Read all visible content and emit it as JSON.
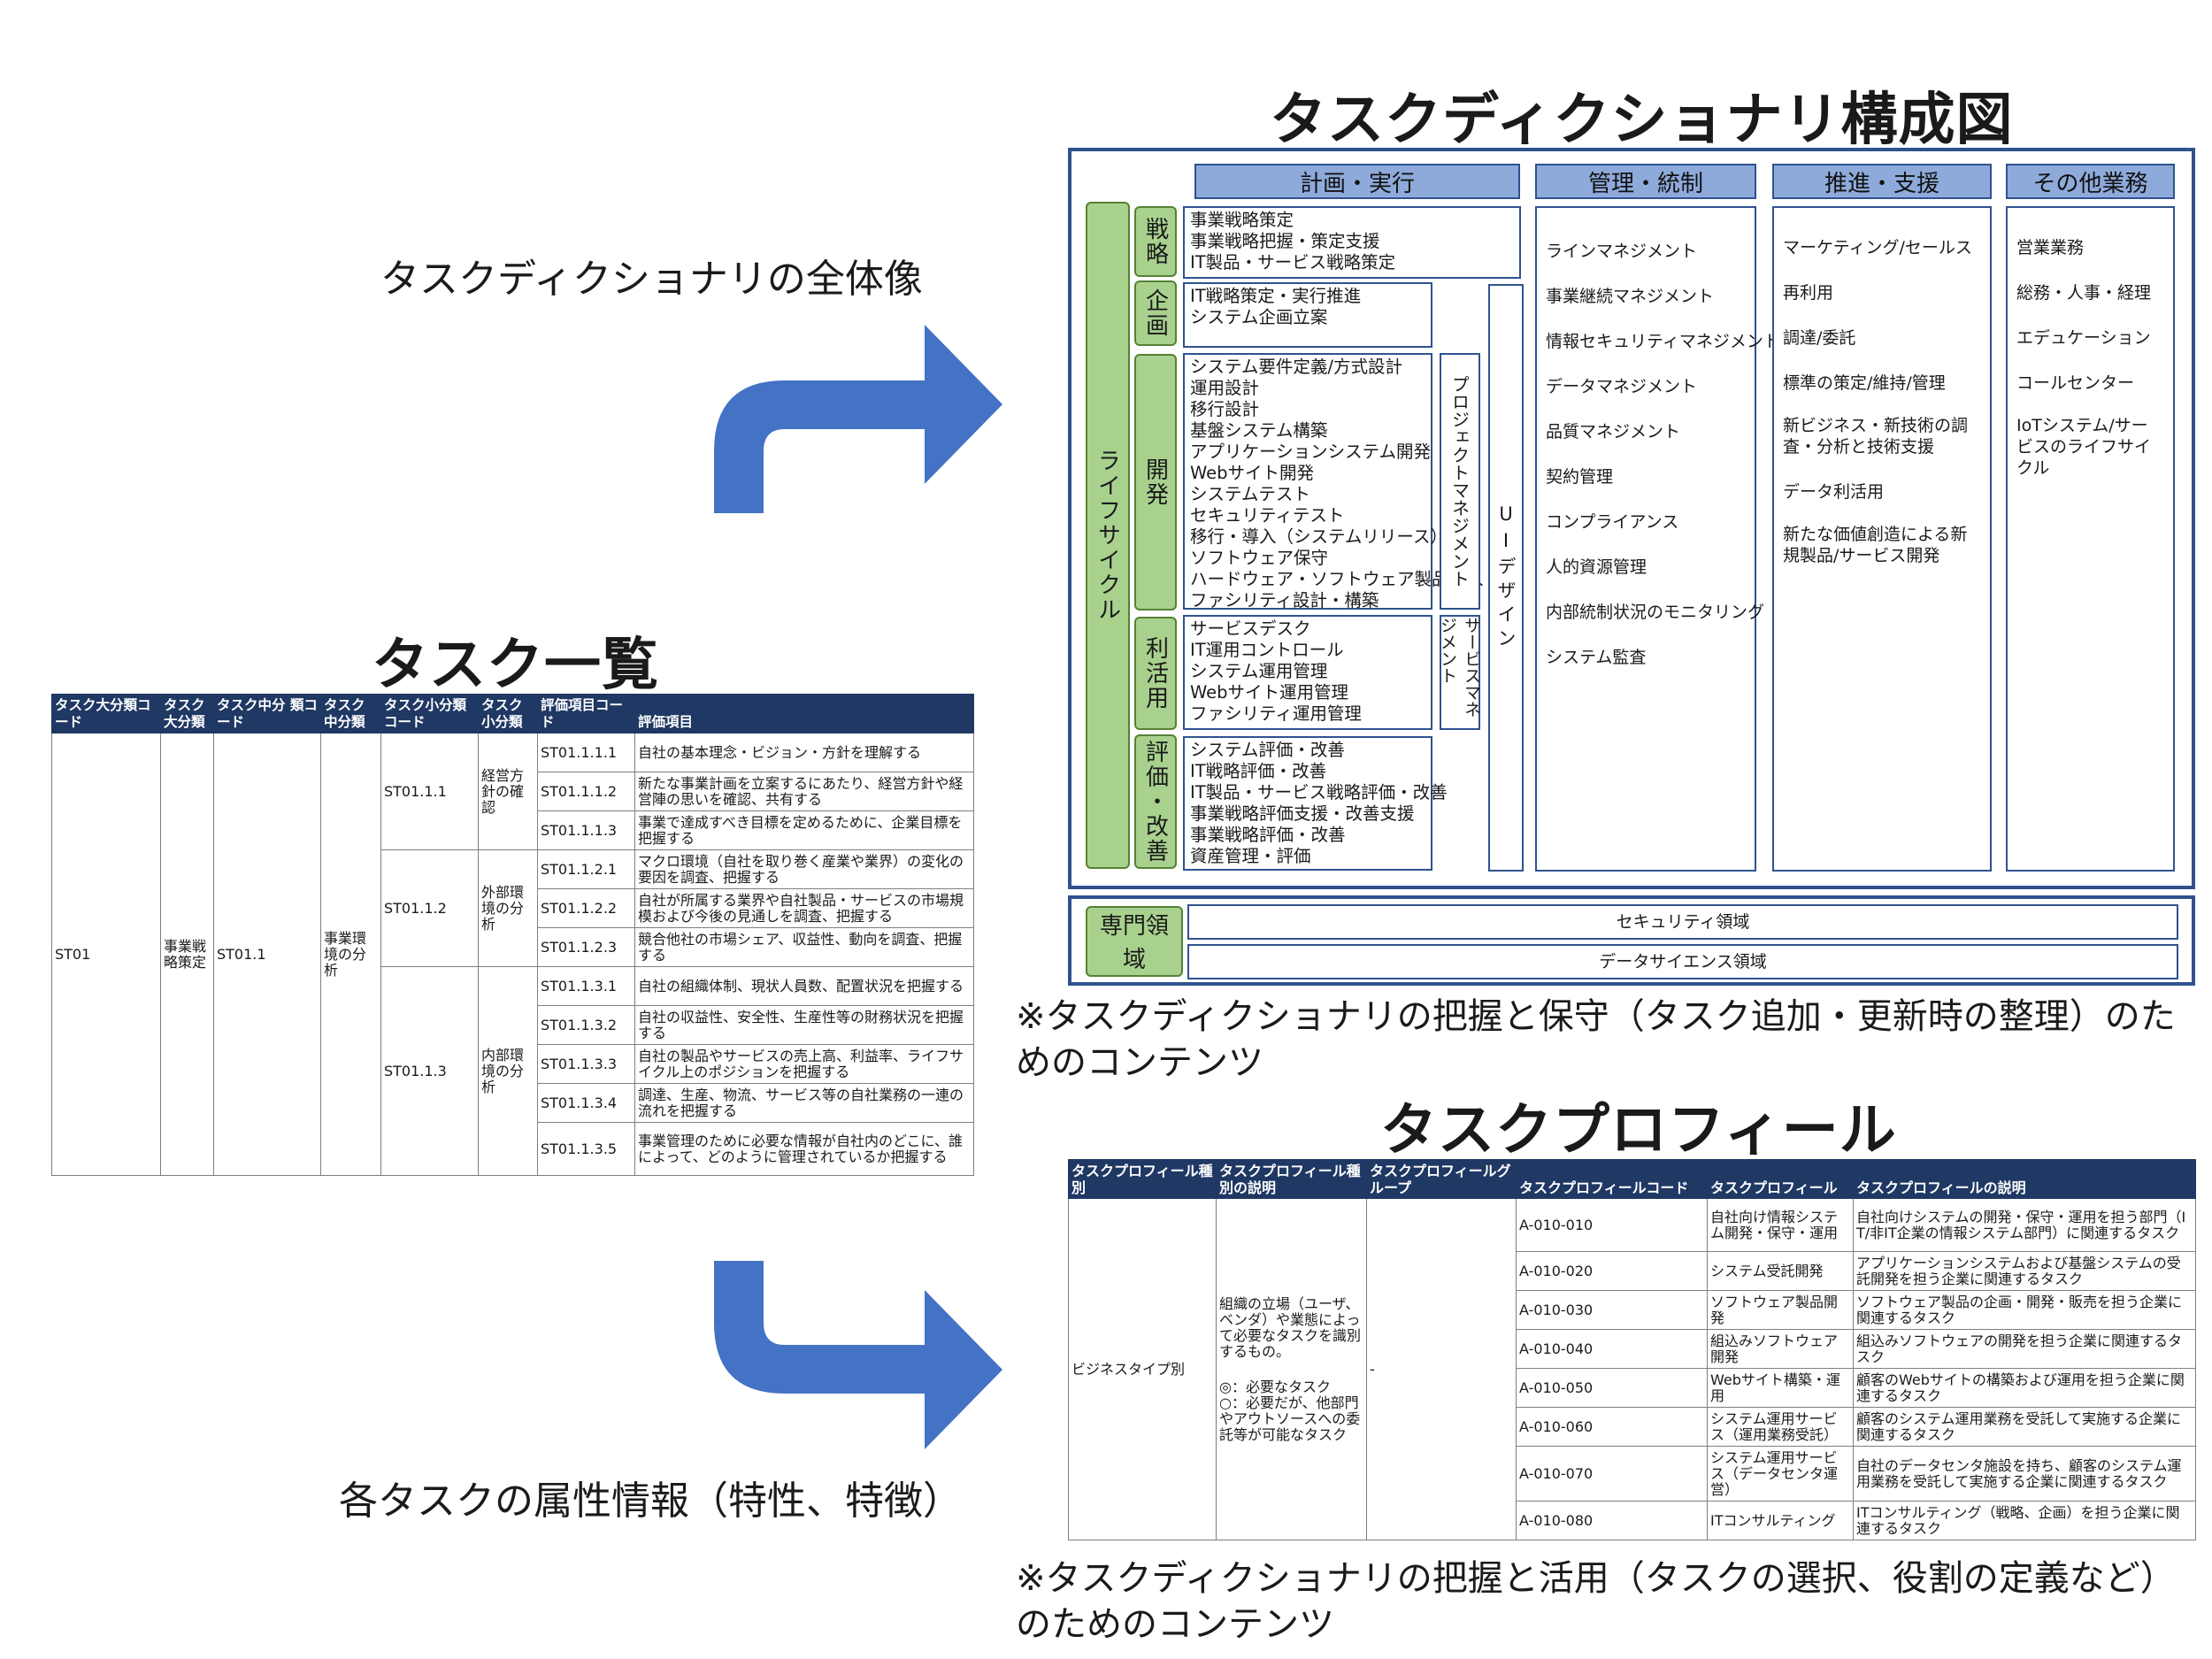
{
  "titles": {
    "structure": "タスクディクショナリ構成図",
    "task_list": "タスク一覧",
    "profile": "タスクプロフィール"
  },
  "captions": {
    "overview": "タスクディクショナリの全体像",
    "attributes": "各タスクの属性情報（特性、特徴）"
  },
  "notes": {
    "structure": "※タスクディクショナリの把握と保守（タスク追加・更新時の整理）のためのコンテンツ",
    "profile": "※タスクディクショナリの把握と活用（タスクの選択、役割の定義など）のためのコンテンツ"
  },
  "colors": {
    "header_blue": "#8eaadb",
    "green": "#a9d18e",
    "navy": "#1f3864",
    "arrow": "#4472c4"
  },
  "diagram": {
    "headers": {
      "plan": "計画・実行",
      "manage": "管理・統制",
      "promote": "推進・支援",
      "other": "その他業務"
    },
    "lifecycle": "ライフサイクル",
    "phases": [
      {
        "label": "戦略",
        "items": [
          "事業戦略策定",
          "事業戦略把握・策定支援",
          "IT製品・サービス戦略策定"
        ]
      },
      {
        "label": "企画",
        "items": [
          "IT戦略策定・実行推進",
          "システム企画立案"
        ]
      },
      {
        "label": "開発",
        "items": [
          "システム要件定義/方式設計",
          "運用設計",
          "移行設計",
          "基盤システム構築",
          "アプリケーションシステム開発",
          "Webサイト開発",
          "システムテスト",
          "セキュリティテスト",
          "移行・導入（システムリリース）",
          "ソフトウェア保守",
          "ハードウェア・ソフトウェア製品導入",
          "ファシリティ設計・構築"
        ]
      },
      {
        "label": "利活用",
        "items": [
          "サービスデスク",
          "IT運用コントロール",
          "システム運用管理",
          "Webサイト運用管理",
          "ファシリティ運用管理"
        ]
      },
      {
        "label": "評価・改善",
        "items": [
          "システム評価・改善",
          "IT戦略評価・改善",
          "IT製品・サービス戦略評価・改善",
          "事業戦略評価支援・改善支援",
          "事業戦略評価・改善",
          "資産管理・評価"
        ]
      }
    ],
    "project_management": "プロジェクトマネジメント",
    "ui_design": "UIデザイン",
    "service_management": "サービスマネジメント",
    "manage_items": [
      "ラインマネジメント",
      "事業継続マネジメント",
      "情報セキュリティマネジメント",
      "データマネジメント",
      "品質マネジメント",
      "契約管理",
      "コンプライアンス",
      "人的資源管理",
      "内部統制状況のモニタリング",
      "システム監査"
    ],
    "promote_items": [
      "マーケティング/セールス",
      "再利用",
      "調達/委託",
      "標準の策定/維持/管理",
      "新ビジネス・新技術の調査・分析と技術支援",
      "データ利活用",
      "新たな価値創造による新規製品/サービス開発"
    ],
    "other_items": [
      "営業業務",
      "総務・人事・経理",
      "エデュケーション",
      "コールセンター",
      "IoTシステム/サービスのライフサイクル"
    ],
    "specialty": {
      "label": "専門領域",
      "security": "セキュリティ領域",
      "data_science": "データサイエンス領域"
    }
  },
  "task_list": {
    "headers": [
      "タスク大分類コード",
      "タスク大分類",
      "タスク中分 類コード",
      "タスク中分類",
      "タスク小分類コード",
      "タスク小分類",
      "評価項目コード",
      "評価項目"
    ],
    "major_code": "ST01",
    "major": "事業戦略策定",
    "middle_code": "ST01.1",
    "middle": "事業環境の分析",
    "groups": [
      {
        "code": "ST01.1.1",
        "name": "経営方針の確認",
        "items": [
          {
            "code": "ST01.1.1.1",
            "text": "自社の基本理念・ビジョン・方針を理解する"
          },
          {
            "code": "ST01.1.1.2",
            "text": "新たな事業計画を立案するにあたり、経営方針や経営陣の思いを確認、共有する"
          },
          {
            "code": "ST01.1.1.3",
            "text": "事業で達成すべき目標を定めるために、企業目標を把握する"
          }
        ]
      },
      {
        "code": "ST01.1.2",
        "name": "外部環境の分析",
        "items": [
          {
            "code": "ST01.1.2.1",
            "text": "マクロ環境（自社を取り巻く産業や業界）の変化の要因を調査、把握する"
          },
          {
            "code": "ST01.1.2.2",
            "text": "自社が所属する業界や自社製品・サービスの市場規模および今後の見通しを調査、把握する"
          },
          {
            "code": "ST01.1.2.3",
            "text": "競合他社の市場シェア、収益性、動向を調査、把握する"
          }
        ]
      },
      {
        "code": "ST01.1.3",
        "name": "内部環境の分析",
        "items": [
          {
            "code": "ST01.1.3.1",
            "text": "自社の組織体制、現状人員数、配置状況を把握する"
          },
          {
            "code": "ST01.1.3.2",
            "text": "自社の収益性、安全性、生産性等の財務状況を把握する"
          },
          {
            "code": "ST01.1.3.3",
            "text": "自社の製品やサービスの売上高、利益率、ライフサイクル上のポジションを把握する"
          },
          {
            "code": "ST01.1.3.4",
            "text": "調達、生産、物流、サービス等の自社業務の一連の流れを把握する"
          },
          {
            "code": "ST01.1.3.5",
            "text": "事業管理のために必要な情報が自社内のどこに、誰によって、どのように管理されているか把握する"
          }
        ]
      }
    ]
  },
  "profile": {
    "headers": [
      "タスクプロフィール種別",
      "タスクプロフィール種別の説明",
      "タスクプロフィールグループ",
      "タスクプロフィールコード",
      "タスクプロフィール",
      "タスクプロフィールの説明"
    ],
    "type": "ビジネスタイプ別",
    "description": "組織の立場（ユーザ、ベンダ）や業態によって必要なタスクを識別するもの。",
    "legend": "◎：必要なタスク\n○：必要だが、他部門やアウトソースへの委託等が可能なタスク",
    "group": "-",
    "rows": [
      {
        "code": "A-010-010",
        "name": "自社向け情報システム開発・保守・運用",
        "desc": "自社向けシステムの開発・保守・運用を担う部門（IT/非IT企業の情報システム部門）に関連するタスク"
      },
      {
        "code": "A-010-020",
        "name": "システム受託開発",
        "desc": "アプリケーションシステムおよび基盤システムの受託開発を担う企業に関連するタスク"
      },
      {
        "code": "A-010-030",
        "name": "ソフトウェア製品開発",
        "desc": "ソフトウェア製品の企画・開発・販売を担う企業に関連するタスク"
      },
      {
        "code": "A-010-040",
        "name": "組込みソフトウェア開発",
        "desc": "組込みソフトウェアの開発を担う企業に関連するタスク"
      },
      {
        "code": "A-010-050",
        "name": "Webサイト構築・運用",
        "desc": "顧客のWebサイトの構築および運用を担う企業に関連するタスク"
      },
      {
        "code": "A-010-060",
        "name": "システム運用サービス（運用業務受託）",
        "desc": "顧客のシステム運用業務を受託して実施する企業に関連するタスク"
      },
      {
        "code": "A-010-070",
        "name": "システム運用サービス（データセンタ運営）",
        "desc": "自社のデータセンタ施設を持ち、顧客のシステム運用業務を受託して実施する企業に関連するタスク"
      },
      {
        "code": "A-010-080",
        "name": "ITコンサルティング",
        "desc": "ITコンサルティング（戦略、企画）を担う企業に関連するタスク"
      }
    ]
  }
}
